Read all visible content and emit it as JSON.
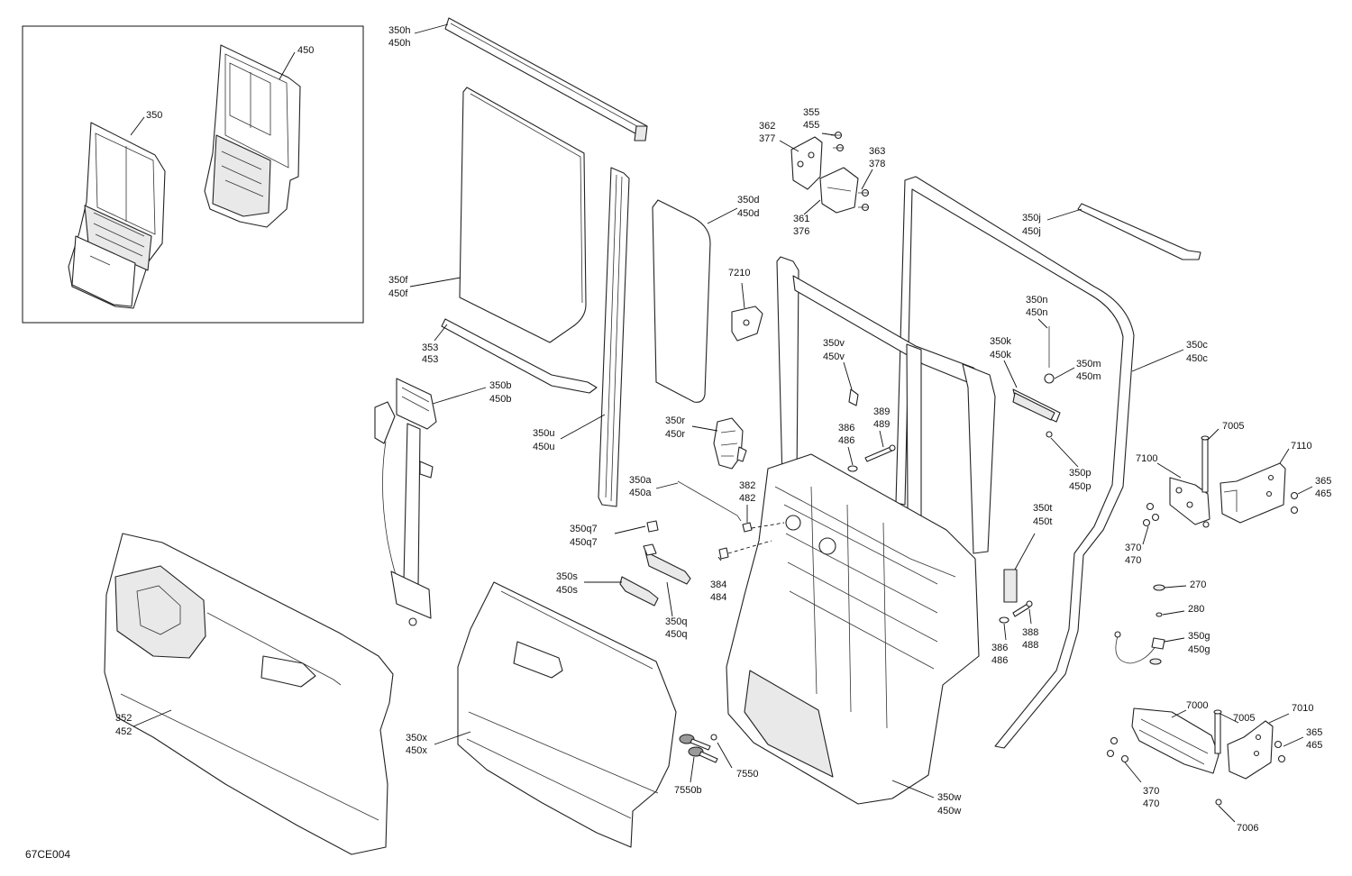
{
  "diagram_code": "67CE004",
  "callouts": {
    "inset_450": "450",
    "inset_350": "350",
    "c350h": "350h",
    "c450h": "450h",
    "c350f": "350f",
    "c450f": "450f",
    "c353": "353",
    "c453": "453",
    "c350d": "350d",
    "c450d": "450d",
    "c350u": "350u",
    "c450u": "450u",
    "c350b": "350b",
    "c450b": "450b",
    "c362": "362",
    "c377": "377",
    "c355": "355",
    "c455": "455",
    "c363": "363",
    "c378": "378",
    "c361": "361",
    "c376": "376",
    "c350j": "350j",
    "c450j": "450j",
    "c7210": "7210",
    "c350n": "350n",
    "c450n": "450n",
    "c350v": "350v",
    "c450v": "450v",
    "c350k": "350k",
    "c450k": "450k",
    "c350m": "350m",
    "c450m": "450m",
    "c350c": "350c",
    "c450c": "450c",
    "c350r": "350r",
    "c450r": "450r",
    "c389": "389",
    "c489": "489",
    "c386a": "386",
    "c486a": "486",
    "c350p": "350p",
    "c450p": "450p",
    "c7005a": "7005",
    "c7100": "7100",
    "c7110": "7110",
    "c365a": "365",
    "c465a": "465",
    "c350a": "350a",
    "c450a": "450a",
    "c382": "382",
    "c482": "482",
    "c350t": "350t",
    "c450t": "450t",
    "c370a": "370",
    "c470a": "470",
    "c350q7": "350q7",
    "c450q7": "450q7",
    "c270": "270",
    "c280": "280",
    "c350s": "350s",
    "c450s": "450s",
    "c384": "384",
    "c484": "484",
    "c350g": "350g",
    "c450g": "450g",
    "c350q": "350q",
    "c450q": "450q",
    "c386b": "386",
    "c486b": "486",
    "c388": "388",
    "c488": "488",
    "c352": "352",
    "c452": "452",
    "c7005b": "7005",
    "c7000": "7000",
    "c7010": "7010",
    "c350x": "350x",
    "c450x": "450x",
    "c7550": "7550",
    "c7550b": "7550b",
    "c350w": "350w",
    "c450w": "450w",
    "c365b": "365",
    "c465b": "465",
    "c370b": "370",
    "c470b": "470",
    "c7006": "7006"
  }
}
